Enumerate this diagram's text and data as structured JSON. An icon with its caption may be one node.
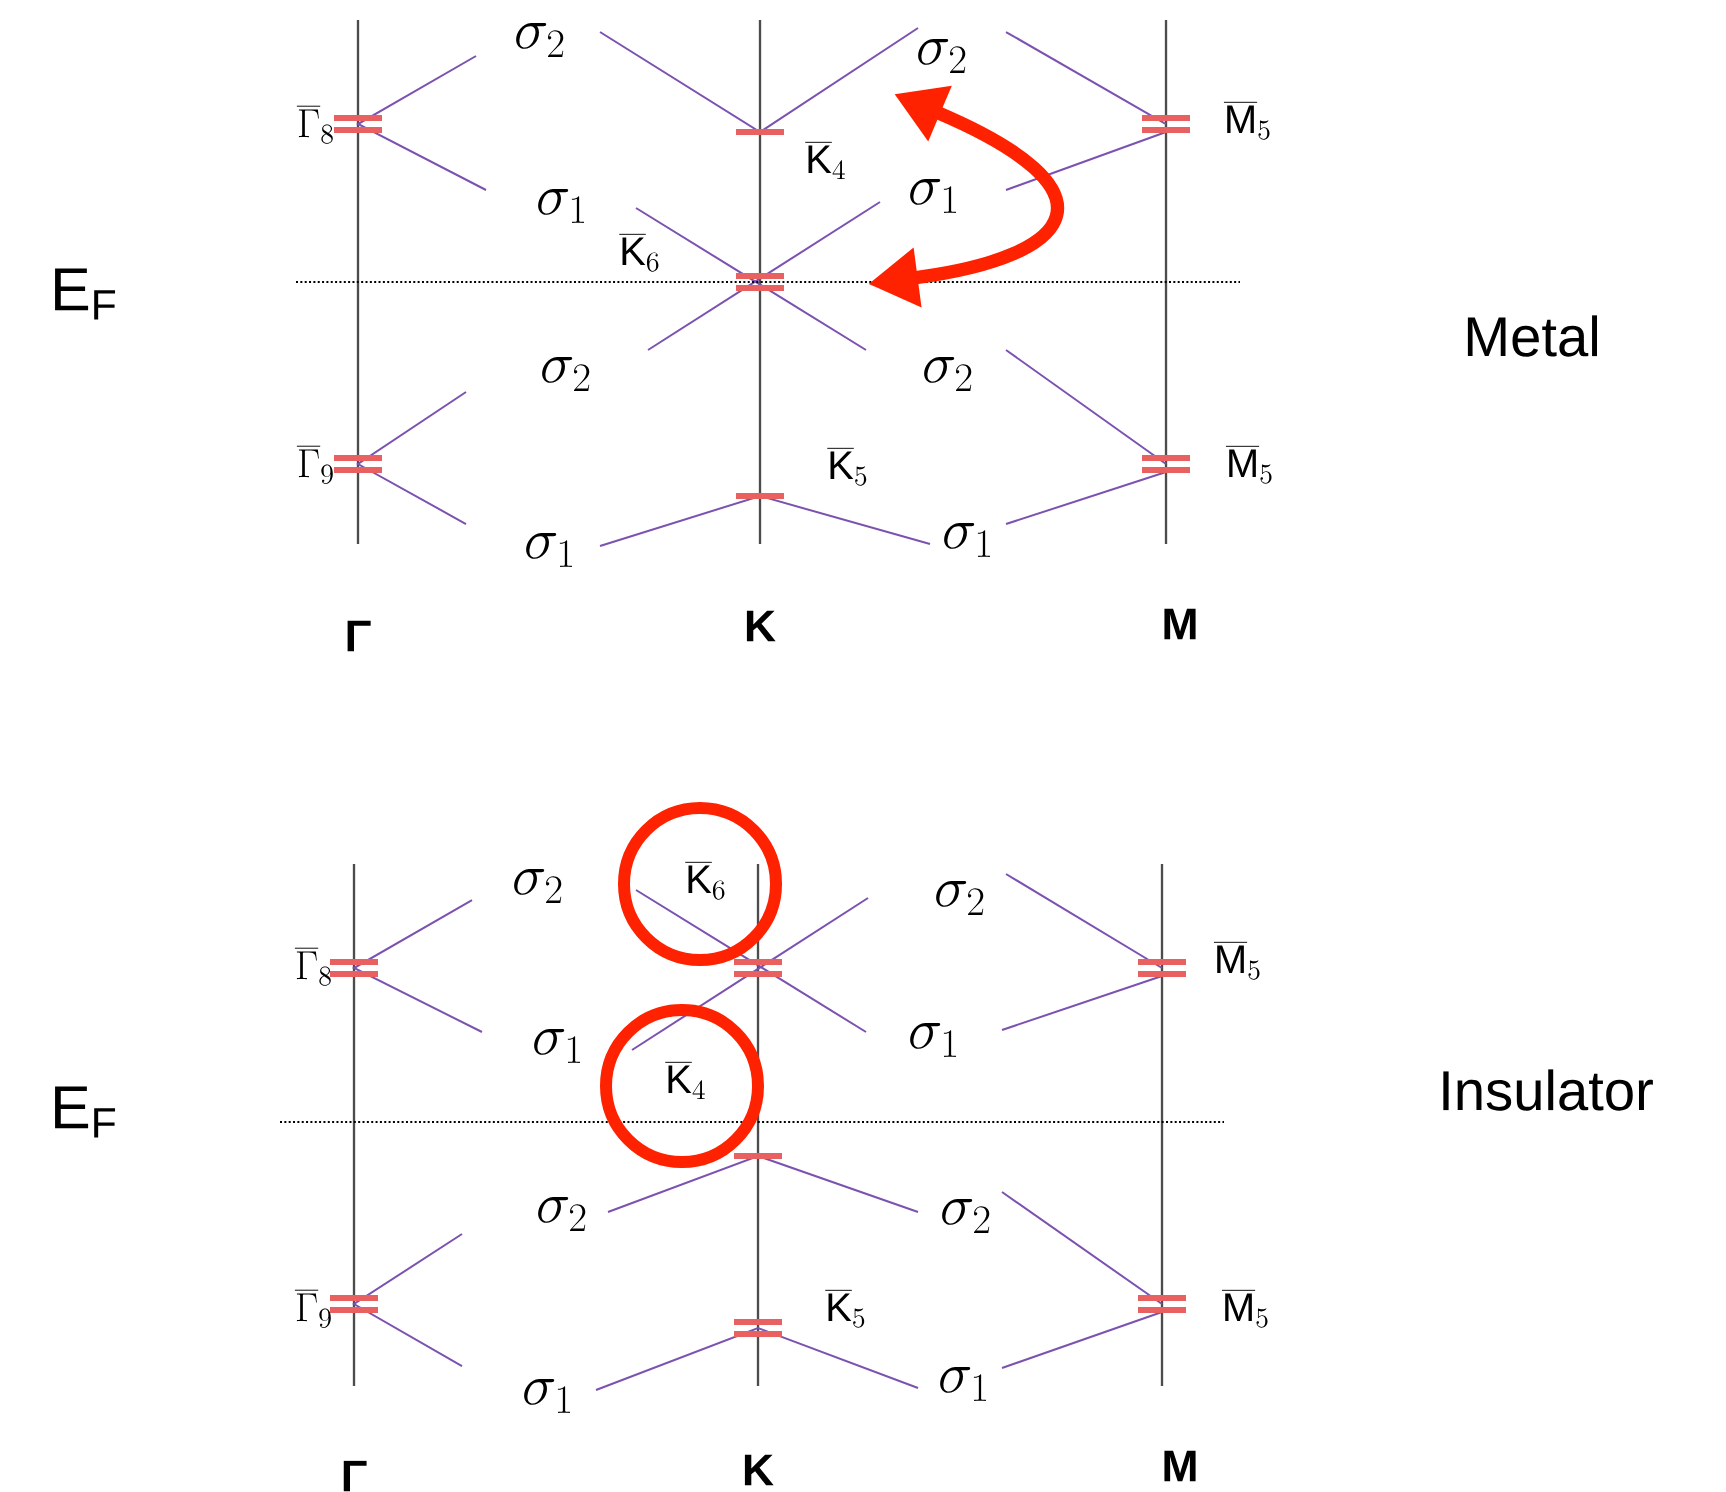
{
  "diagram": {
    "nodes": [
      {
        "text": [
          "\\overline{\\mbox{K}}_{6}"
        ]
      },
      {
        "text": [
          "\\overline{\\mbox{K}}_{4}"
        ]
      }
    ],
    "labels": [
      "E$_{F}$",
      "Metal",
      "\\sigma_{2}",
      "\\sigma_{2}",
      "\\overline{\\Gamma}_{8}",
      "\\overline{\\mbox{K}}_{4}",
      "\\overline{\\mbox{M}}_{5}",
      "\\sigma_{1}",
      "\\sigma_{1}",
      "\\overline{\\mbox{K}}_{6}",
      "\\sigma_{2}",
      "\\sigma_{2}",
      "\\overline{\\Gamma}_{9}",
      "\\overline{\\mbox{K}}_{5}",
      "\\overline{\\mbox{M}}_{5}",
      "\\sigma_{1}",
      "\\sigma_{1}",
      "Γ",
      "K",
      "M",
      "E$_{F}$",
      "Insulator",
      "\\sigma_{2}",
      "\\sigma_{2}",
      "\\overline{\\Gamma}_{8}",
      "\\overline{\\mbox{M}}_{5}",
      "\\sigma_{1}",
      "\\sigma_{1}",
      "\\sigma_{2}",
      "\\sigma_{2}",
      "\\overline{\\Gamma}_{9}",
      "\\overline{\\mbox{K}}_{5}",
      "\\overline{\\mbox{M}}_{5}",
      "\\sigma_{1}",
      "\\sigma_{1}",
      "Γ",
      "K",
      "M"
    ]
  }
}
